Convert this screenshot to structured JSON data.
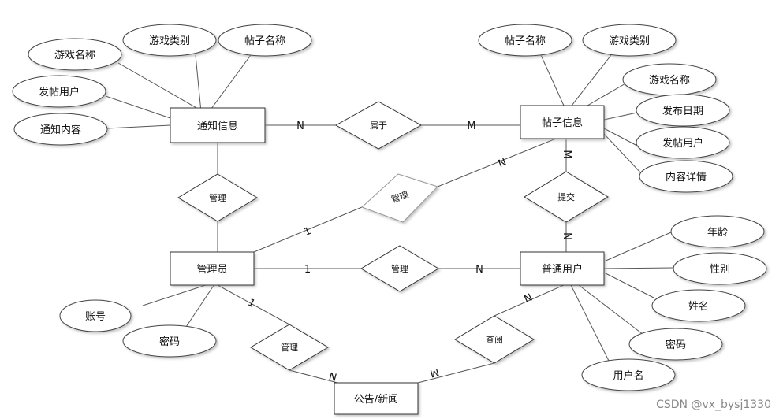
{
  "entities": {
    "notice": "通知信息",
    "post": "帖子信息",
    "admin": "管理员",
    "user": "普通用户",
    "news": "公告/新闻"
  },
  "relationships": {
    "belongs": "属于",
    "manage_notice": "管理",
    "manage_post": "管理",
    "manage_user": "管理",
    "submit": "提交",
    "manage_news": "管理",
    "query": "查阅"
  },
  "attributes": {
    "notice_game_name": "游戏名称",
    "notice_game_type": "游戏类别",
    "notice_post_name": "帖子名称",
    "notice_poster": "发帖用户",
    "notice_content": "通知内容",
    "post_post_name": "帖子名称",
    "post_game_type": "游戏类别",
    "post_game_name": "游戏名称",
    "post_publish_date": "发布日期",
    "post_poster": "发帖用户",
    "post_detail": "内容详情",
    "admin_account": "账号",
    "admin_password": "密码",
    "user_age": "年龄",
    "user_gender": "性别",
    "user_name": "姓名",
    "user_password": "密码",
    "user_username": "用户名"
  },
  "cardinalities": {
    "notice_belongs": "N",
    "belongs_post": "M",
    "admin_manage_post": "1",
    "manage_post_post": "N",
    "post_submit": "M",
    "submit_user": "N",
    "admin_manage_user": "1",
    "manage_user_user": "N",
    "admin_manage_news": "1",
    "manage_news_news": "N",
    "news_query": "M",
    "query_user": "N"
  },
  "watermark": "CSDN @vx_bysj1330"
}
